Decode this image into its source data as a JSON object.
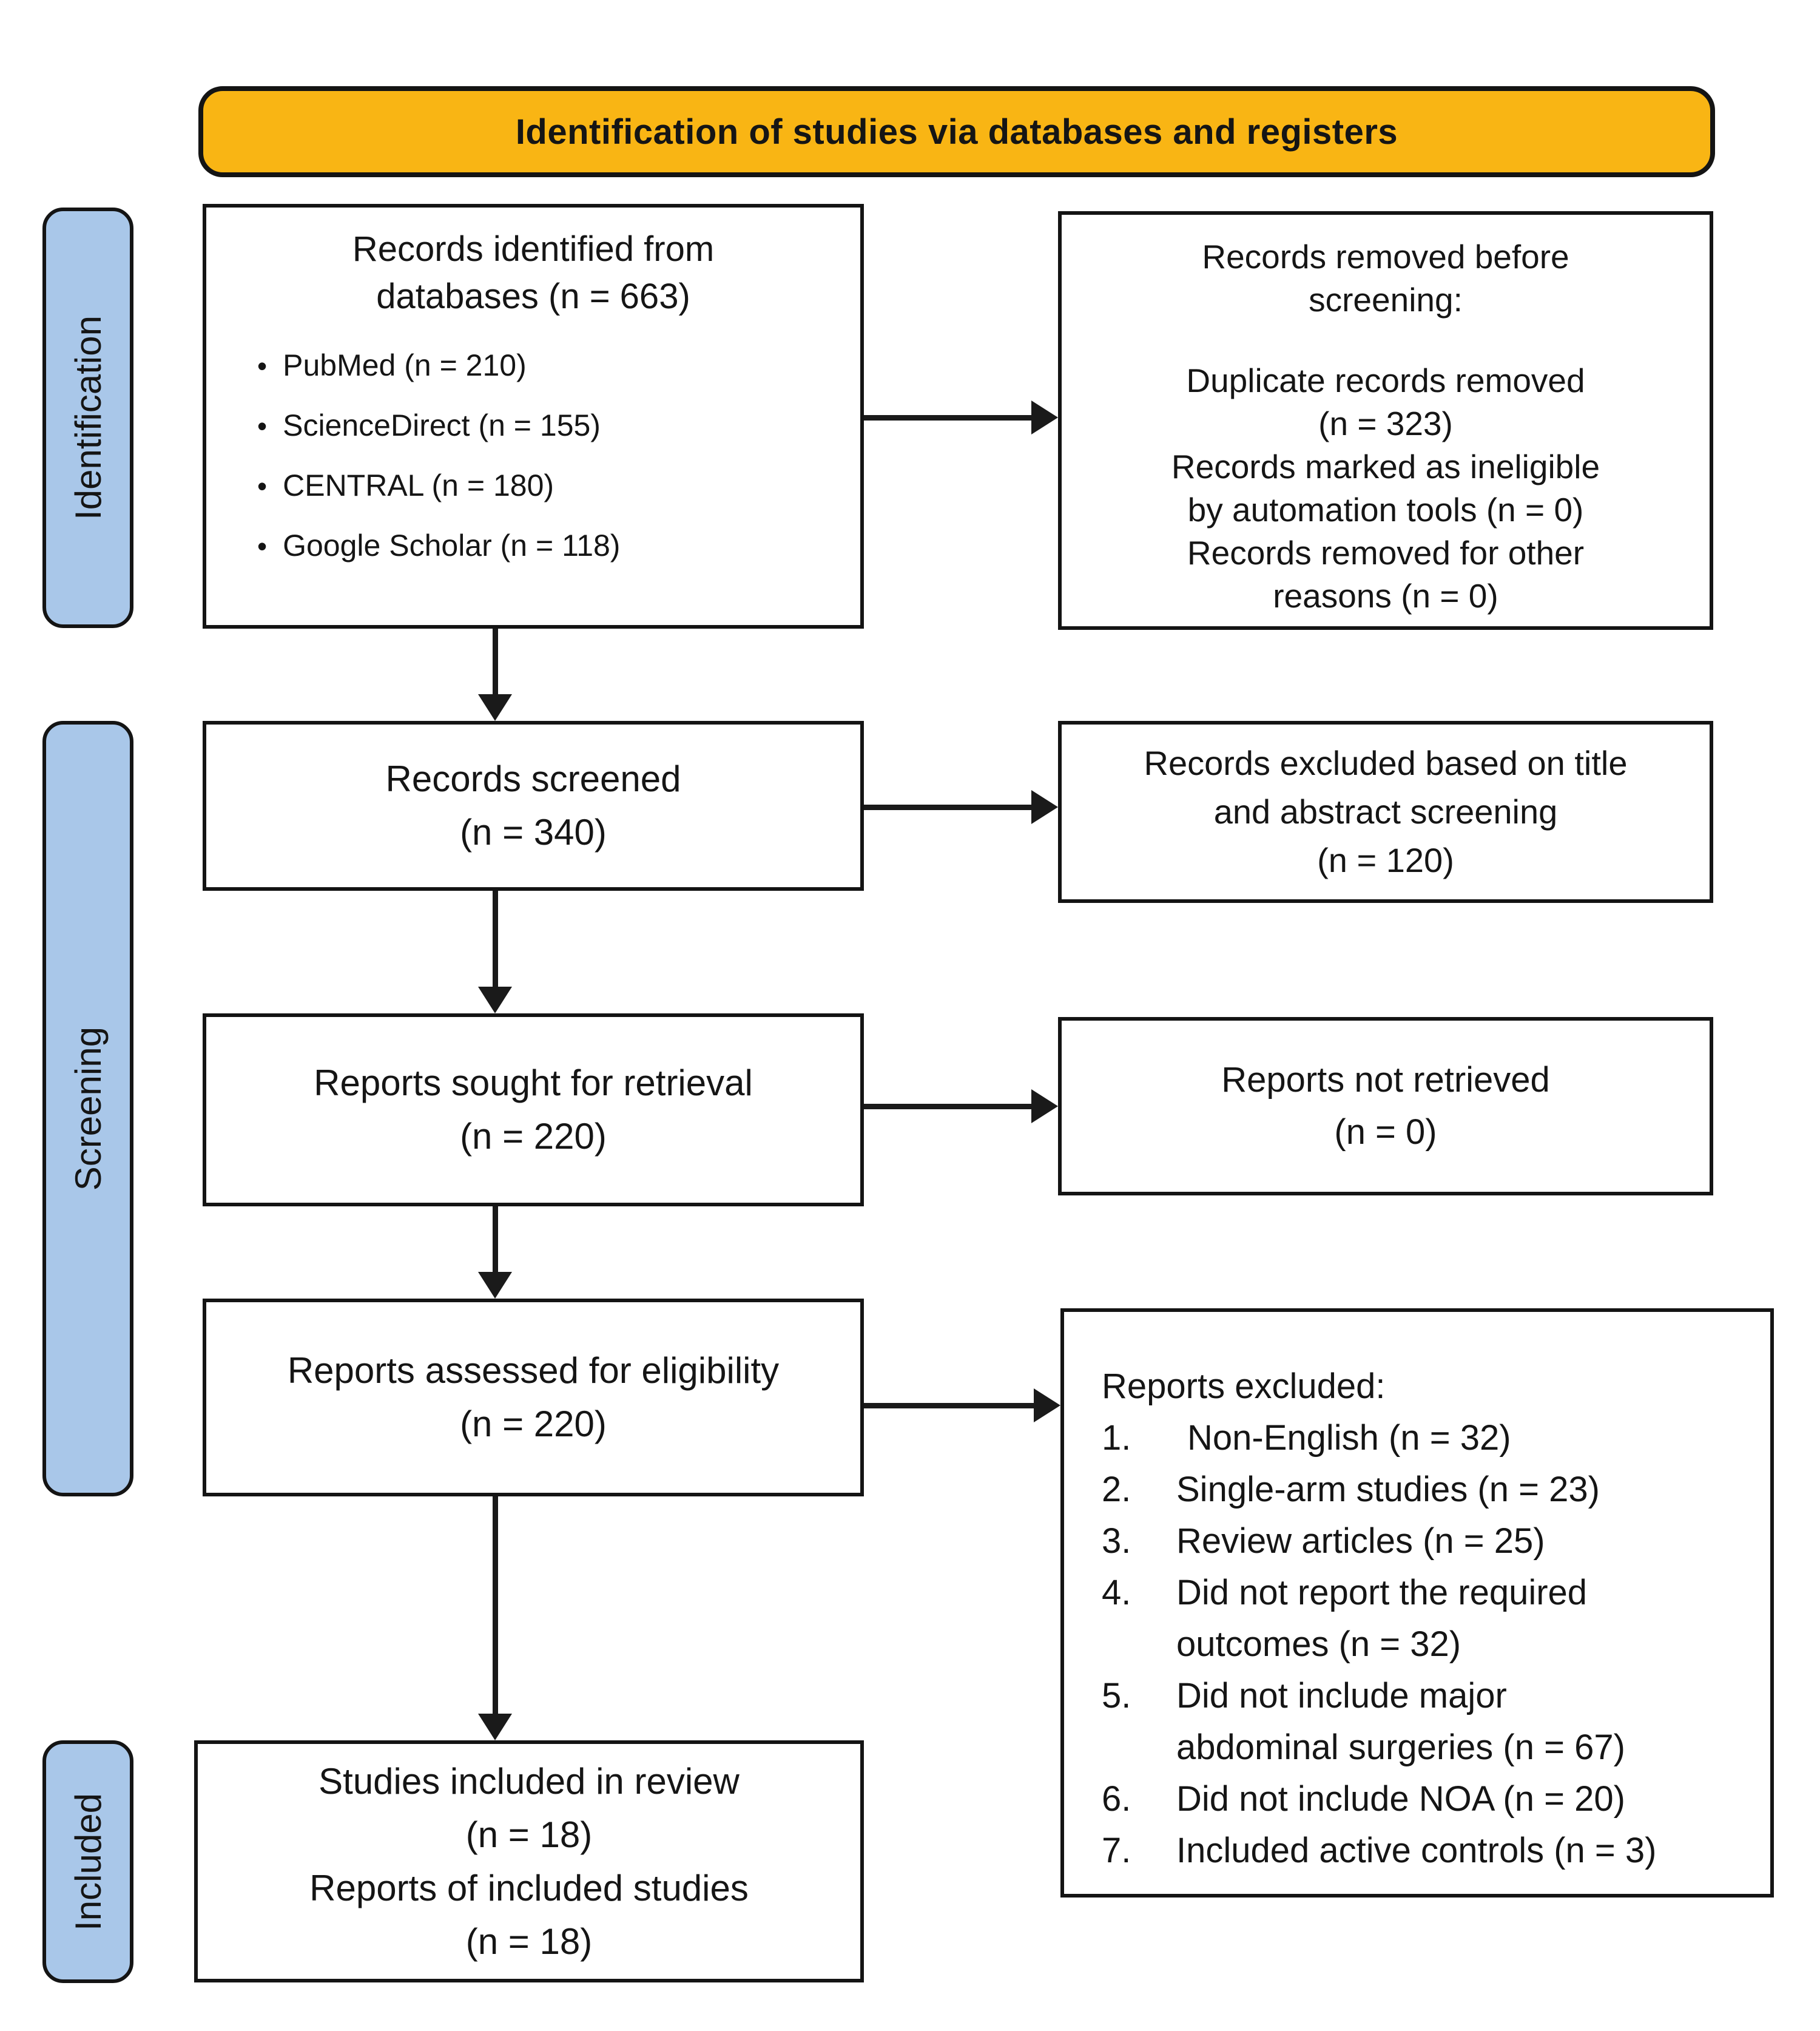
{
  "banner": {
    "label": "Identification of studies via databases and registers"
  },
  "stages": [
    {
      "label": "Identification"
    },
    {
      "label": "Screening"
    },
    {
      "label": "Included"
    }
  ],
  "colors": {
    "banner_bg": "#F9B514",
    "stage_bg": "#A9C7E9",
    "box_bg": "#FFFFFF",
    "border": "#141414",
    "arrow": "#1A1A1A"
  },
  "boxes": {
    "records_identified": {
      "title_lines": [
        "Records identified from",
        "databases (n = 663)"
      ],
      "bullet_glyph": "•",
      "bullets": [
        "PubMed (n = 210)",
        "ScienceDirect (n = 155)",
        "CENTRAL (n = 180)",
        "Google Scholar (n = 118)"
      ]
    },
    "records_removed": {
      "title_lines": [
        "Records removed before",
        "screening:"
      ],
      "body_lines": [
        "Duplicate records removed",
        "(n = 323)",
        "Records marked as ineligible",
        "by automation tools (n = 0)",
        "Records removed for other",
        "reasons (n = 0)"
      ]
    },
    "records_screened": {
      "lines": [
        "Records screened",
        "(n = 340)"
      ]
    },
    "records_excluded": {
      "lines": [
        "Records excluded based on title",
        "and abstract screening",
        "(n = 120)"
      ]
    },
    "reports_sought": {
      "lines": [
        "Reports sought for retrieval",
        "(n = 220)"
      ]
    },
    "reports_not_retrieved": {
      "lines": [
        "Reports not retrieved",
        "(n = 0)"
      ]
    },
    "reports_assessed": {
      "lines": [
        "Reports assessed for eligibility",
        "(n = 220)"
      ]
    },
    "reports_excluded": {
      "heading": "Reports excluded:",
      "items": [
        {
          "num": "1.",
          "lines": [
            "Non-English (n = 32)"
          ]
        },
        {
          "num": "2.",
          "lines": [
            "Single-arm studies (n = 23)"
          ]
        },
        {
          "num": "3.",
          "lines": [
            "Review articles (n = 25)"
          ]
        },
        {
          "num": "4.",
          "lines": [
            "Did not report the required",
            "outcomes (n = 32)"
          ]
        },
        {
          "num": "5.",
          "lines": [
            "Did not include major",
            "abdominal surgeries (n = 67)"
          ]
        },
        {
          "num": "6.",
          "lines": [
            "Did not include NOA (n = 20)"
          ]
        },
        {
          "num": "7.",
          "lines": [
            "Included active controls (n = 3)"
          ]
        }
      ]
    },
    "studies_included": {
      "lines": [
        "Studies included in review",
        "(n = 18)",
        "Reports of included studies",
        "(n = 18)"
      ]
    }
  }
}
